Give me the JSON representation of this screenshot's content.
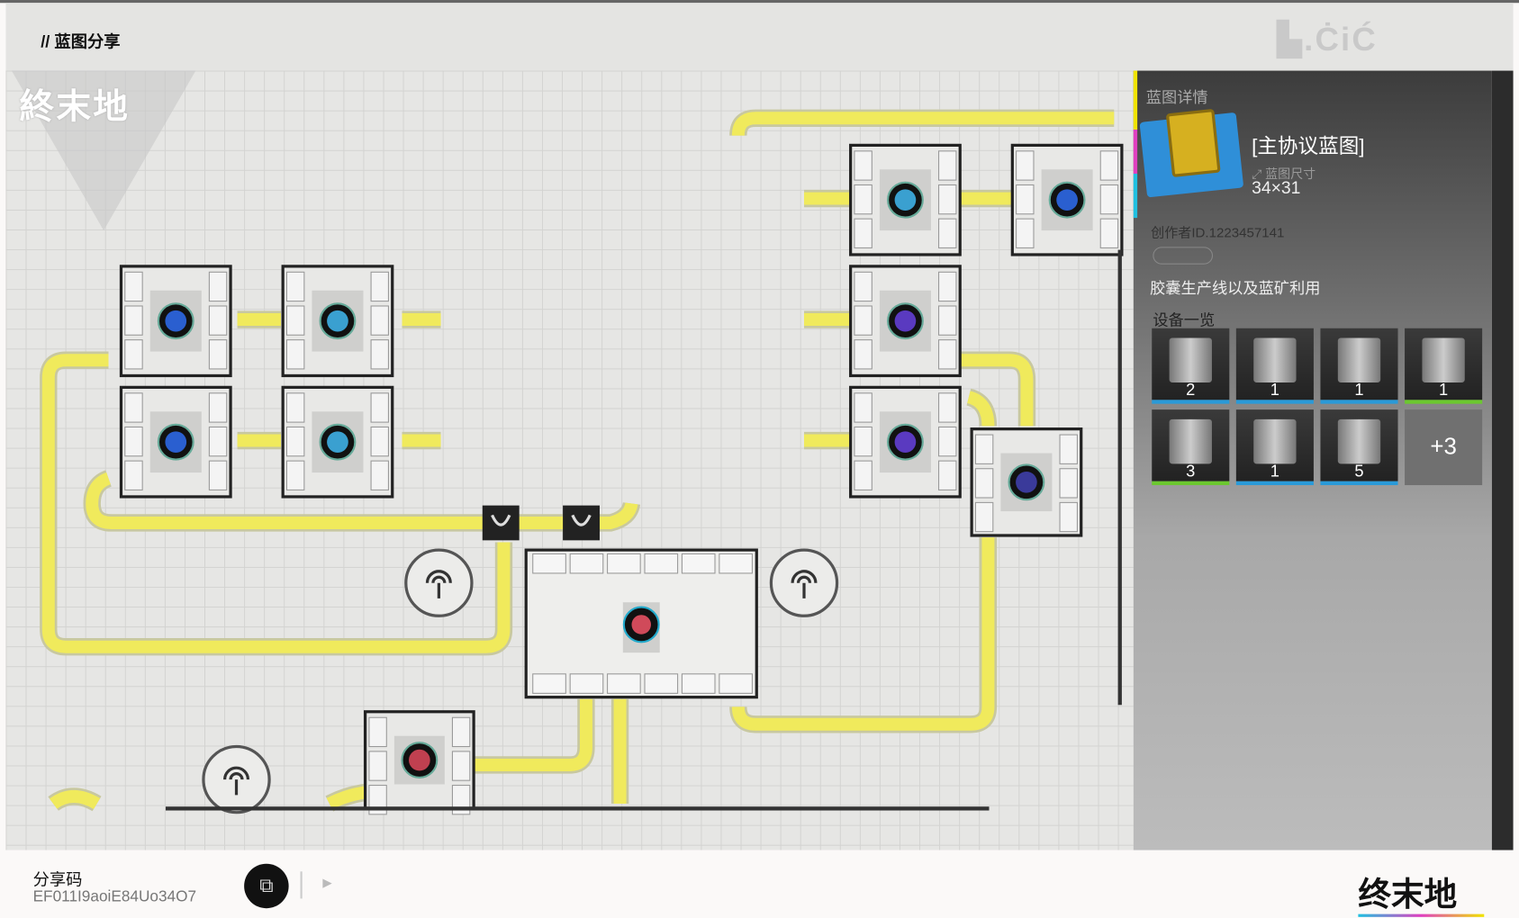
{
  "header": {
    "title": "// 蓝图分享",
    "brand": "▙.ĊiĆ"
  },
  "canvas": {
    "logo": "終末地"
  },
  "panel": {
    "heading": "蓝图详情",
    "name": "[主协议蓝图]",
    "size_label": "蓝图尺寸",
    "size": "34×31",
    "creator": "创作者ID.1223457141",
    "description": "胶囊生产线以及蓝矿利用",
    "equipment_heading": "设备一览",
    "equipment": [
      {
        "count": "2",
        "tier": "blue"
      },
      {
        "count": "1",
        "tier": "blue"
      },
      {
        "count": "1",
        "tier": "blue"
      },
      {
        "count": "1",
        "tier": "green"
      },
      {
        "count": "3",
        "tier": "green"
      },
      {
        "count": "1",
        "tier": "blue"
      },
      {
        "count": "5",
        "tier": "blue"
      }
    ],
    "more": "+3"
  },
  "bottom": {
    "share_code_label": "分享码",
    "share_code": "EF011I9aoiE84Uo34O7",
    "brand": "终末地"
  },
  "colors": {
    "belt": "#f0ea5c",
    "accent_yellow": "#f0e400",
    "accent_magenta": "#e040c0",
    "accent_cyan": "#20c0e0"
  }
}
